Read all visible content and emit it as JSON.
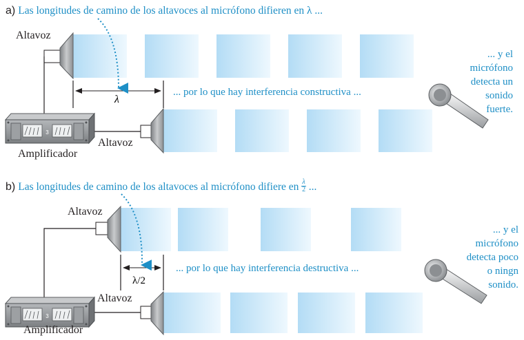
{
  "colors": {
    "caption": "#1e8fc6",
    "wave": "#b9e0f7",
    "wave_light": "#e9f6fd",
    "device": "#8a8d90",
    "line": "#231f20"
  },
  "panel_a": {
    "letter": "a)",
    "caption": "Las longitudes de camino de los altavoces al micrófono difieren en λ ...",
    "speaker_top": "Altavoz",
    "speaker_bottom": "Altavoz",
    "amplifier": "Amplificador",
    "dimension": "λ",
    "middle_text": "... por lo que hay interferencia constructiva ...",
    "mic_text": [
      "... y el",
      "micrófono",
      "detecta un",
      "sonido",
      "fuerte."
    ]
  },
  "panel_b": {
    "letter": "b)",
    "caption": "Las longitudes de camino de los altavoces al micrófono difiere en",
    "caption_frac_num": "λ",
    "caption_frac_den": "2",
    "caption_end": "...",
    "speaker_top": "Altavoz",
    "speaker_bottom": "Altavoz",
    "amplifier": "Amplificador",
    "dimension": "λ/2",
    "middle_text": "... por lo que  hay interferencia destructiva ...",
    "mic_text": [
      "... y el",
      "micrófono",
      "detecta poco",
      "o ningn",
      "sonido."
    ]
  },
  "amp_digit": "3",
  "icons": [
    "speaker-icon",
    "amplifier-icon",
    "microphone-icon"
  ]
}
